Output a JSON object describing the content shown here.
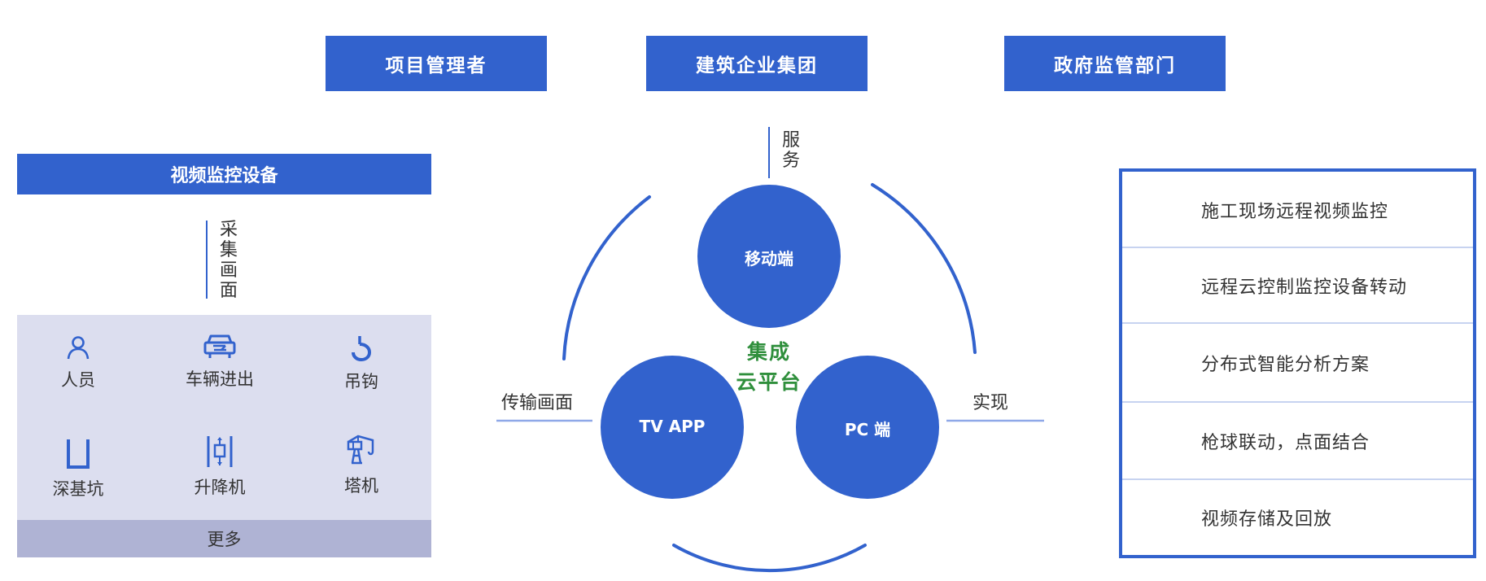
{
  "stakeholders": [
    "项目管理者",
    "建筑企业集团",
    "政府监管部门"
  ],
  "devices": {
    "title": "视频监控设备",
    "capture_label": "采集画面",
    "items": [
      {
        "label": "人员",
        "icon": "person-icon"
      },
      {
        "label": "车辆进出",
        "icon": "car-icon"
      },
      {
        "label": "吊钩",
        "icon": "hook-icon"
      },
      {
        "label": "深基坑",
        "icon": "pit-icon"
      },
      {
        "label": "升降机",
        "icon": "lift-icon"
      },
      {
        "label": "塔机",
        "icon": "tower-crane-icon"
      }
    ],
    "more_label": "更多"
  },
  "platform": {
    "service_label": "服务",
    "transmit_label": "传输画面",
    "realize_label": "实现",
    "center_line1": "集成",
    "center_line2": "云平台",
    "nodes": [
      "移动端",
      "TV APP",
      "PC 端"
    ]
  },
  "features": [
    "施工现场远程视频监控",
    "远程云控制监控设备转动",
    "分布式智能分析方案",
    "枪球联动，点面结合",
    "视频存储及回放"
  ],
  "colors": {
    "primary": "#3262cd",
    "panel": "#dcdeef",
    "more_bar": "#afb3d4",
    "cloud_text": "#2f8f3c",
    "connector": "#8fa8e8"
  }
}
